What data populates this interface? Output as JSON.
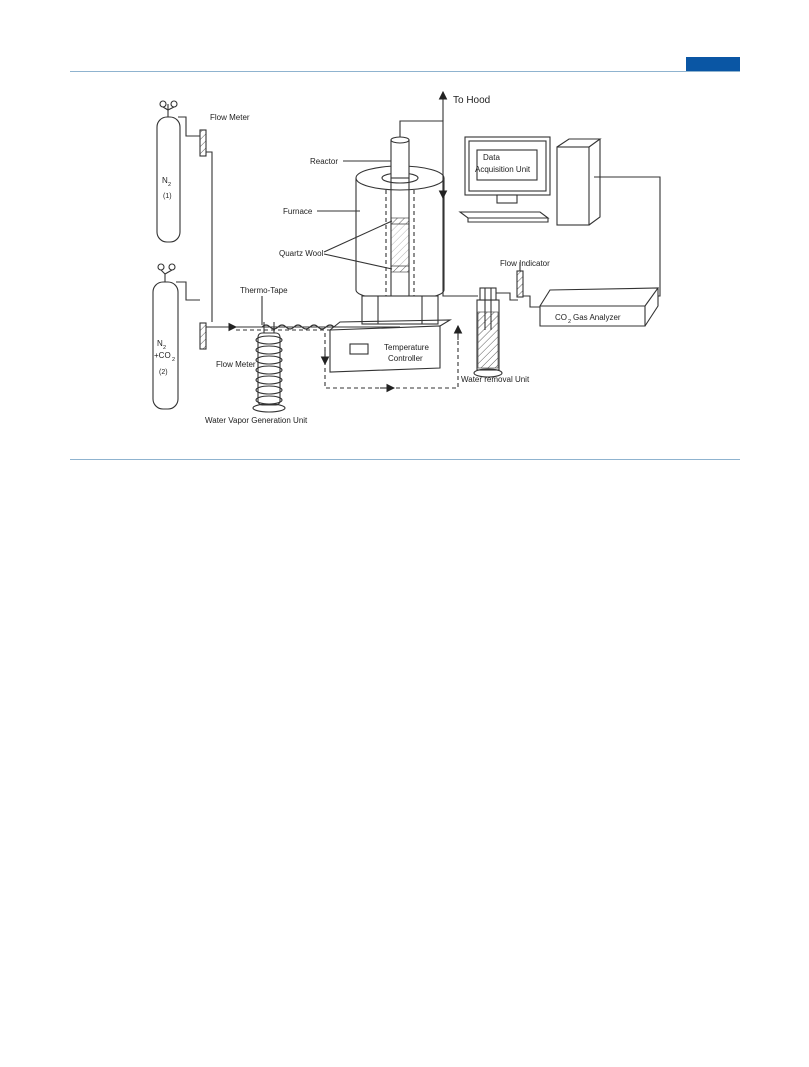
{
  "colors": {
    "accent": "#0a56a4",
    "rule": "#8fb3cf",
    "line": "#333333"
  },
  "labels": {
    "to_hood": "To Hood",
    "flow_meter_top": "Flow Meter",
    "flow_meter_bottom": "Flow Meter",
    "reactor": "Reactor",
    "furnace": "Furnace",
    "quartz_wool": "Quartz Wool",
    "thermo_tape": "Thermo-Tape",
    "flow_indicator": "Flow Indicator",
    "daq_line1": "Data",
    "daq_line2": "Acquisition Unit",
    "temp_line1": "Temperature",
    "temp_line2": "Controller",
    "water_removal": "Water removal Unit",
    "water_vapor": "Water Vapor Generation Unit",
    "co2_analyzer_pre": "CO",
    "co2_analyzer_sub": "2",
    "co2_analyzer_post": " Gas Analyzer",
    "cyl1_gas": "N",
    "cyl1_gas_sub": "2",
    "cyl1_num": "(1)",
    "cyl2_gas": "N",
    "cyl2_gas_sub": "2",
    "cyl2_plus": "+CO",
    "cyl2_plus_sub": "2",
    "cyl2_num": "(2)"
  }
}
